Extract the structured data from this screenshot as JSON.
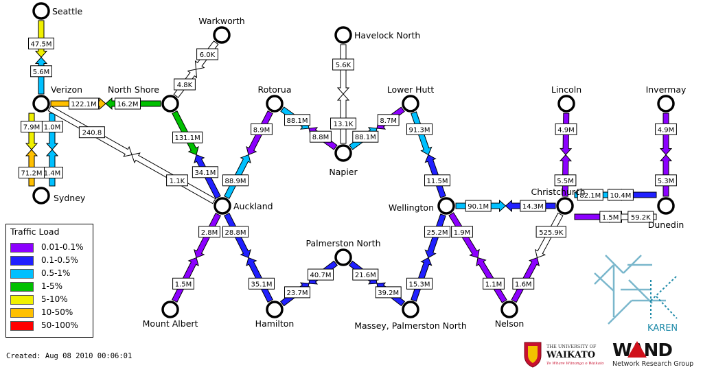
{
  "legend": {
    "title": "Traffic Load",
    "items": [
      {
        "label": "0.01-0.1%",
        "color": "#8c00ff"
      },
      {
        "label": "0.1-0.5%",
        "color": "#2020ff"
      },
      {
        "label": "0.5-1%",
        "color": "#00c0ff"
      },
      {
        "label": "1-5%",
        "color": "#00c000"
      },
      {
        "label": "5-10%",
        "color": "#f0f000"
      },
      {
        "label": "10-50%",
        "color": "#ffc000"
      },
      {
        "label": "50-100%",
        "color": "#ff0000"
      }
    ]
  },
  "created": "Created: Aug 08 2010 00:06:01",
  "nodes": [
    {
      "id": "seattle",
      "label": "Seattle"
    },
    {
      "id": "verizon",
      "label": "Verizon"
    },
    {
      "id": "sydney",
      "label": "Sydney"
    },
    {
      "id": "warkworth",
      "label": "Warkworth"
    },
    {
      "id": "northshore",
      "label": "North Shore"
    },
    {
      "id": "rotorua",
      "label": "Rotorua"
    },
    {
      "id": "havelock",
      "label": "Havelock North"
    },
    {
      "id": "lowerhutt",
      "label": "Lower Hutt"
    },
    {
      "id": "napier",
      "label": "Napier"
    },
    {
      "id": "lincoln",
      "label": "Lincoln"
    },
    {
      "id": "invermay",
      "label": "Invermay"
    },
    {
      "id": "auckland",
      "label": "Auckland"
    },
    {
      "id": "wellington",
      "label": "Wellington"
    },
    {
      "id": "christchurch",
      "label": "Christchurch"
    },
    {
      "id": "dunedin",
      "label": "Dunedin"
    },
    {
      "id": "palmerston",
      "label": "Palmerston North"
    },
    {
      "id": "mtalbert",
      "label": "Mount Albert"
    },
    {
      "id": "hamilton",
      "label": "Hamilton"
    },
    {
      "id": "massey",
      "label": "Massey, Palmerston North"
    },
    {
      "id": "nelson",
      "label": "Nelson"
    }
  ],
  "links": [
    {
      "id": "seattle-verizon-a",
      "value": "47.5M",
      "color": "#f0f000"
    },
    {
      "id": "seattle-verizon-b",
      "value": "5.6M",
      "color": "#00c0ff"
    },
    {
      "id": "verizon-sydney-1a",
      "value": "1.0M",
      "color": "#00c0ff"
    },
    {
      "id": "verizon-sydney-1b",
      "value": "1.4M",
      "color": "#00c0ff"
    },
    {
      "id": "verizon-sydney-2a",
      "value": "7.9M",
      "color": "#f0f000"
    },
    {
      "id": "verizon-sydney-2b",
      "value": "71.2M",
      "color": "#ffc000"
    },
    {
      "id": "verizon-northshore-a",
      "value": "122.1M",
      "color": "#ffc000"
    },
    {
      "id": "verizon-northshore-b",
      "value": "16.2M",
      "color": "#00c000"
    },
    {
      "id": "verizon-auckland-a",
      "value": "240.8",
      "color": "#ffffff"
    },
    {
      "id": "verizon-auckland-b",
      "value": "1.1K",
      "color": "#ffffff"
    },
    {
      "id": "northshore-warkworth-a",
      "value": "4.8K",
      "color": "#ffffff"
    },
    {
      "id": "northshore-warkworth-b",
      "value": "6.0K",
      "color": "#ffffff"
    },
    {
      "id": "northshore-auckland-a",
      "value": "131.1M",
      "color": "#00c000"
    },
    {
      "id": "northshore-auckland-b",
      "value": "34.1M",
      "color": "#2020ff"
    },
    {
      "id": "rotorua-auckland-a",
      "value": "8.9M",
      "color": "#8c00ff"
    },
    {
      "id": "rotorua-auckland-b",
      "value": "88.9M",
      "color": "#00c0ff"
    },
    {
      "id": "rotorua-napier-a",
      "value": "88.1M",
      "color": "#00c0ff"
    },
    {
      "id": "rotorua-napier-b",
      "value": "8.8M",
      "color": "#8c00ff"
    },
    {
      "id": "havelock-napier-a",
      "value": "5.6K",
      "color": "#ffffff"
    },
    {
      "id": "havelock-napier-b",
      "value": "13.1K",
      "color": "#ffffff"
    },
    {
      "id": "lowerhutt-napier-a",
      "value": "8.7M",
      "color": "#8c00ff"
    },
    {
      "id": "lowerhutt-napier-b",
      "value": "88.1M",
      "color": "#00c0ff"
    },
    {
      "id": "lowerhutt-wellington-a",
      "value": "91.3M",
      "color": "#00c0ff"
    },
    {
      "id": "lowerhutt-wellington-b",
      "value": "11.5M",
      "color": "#2020ff"
    },
    {
      "id": "wellington-christchurch-a",
      "value": "90.1M",
      "color": "#00c0ff"
    },
    {
      "id": "wellington-christchurch-b",
      "value": "14.3M",
      "color": "#2020ff"
    },
    {
      "id": "lincoln-christchurch-a",
      "value": "4.9M",
      "color": "#8c00ff"
    },
    {
      "id": "lincoln-christchurch-b",
      "value": "5.5M",
      "color": "#8c00ff"
    },
    {
      "id": "invermay-dunedin-a",
      "value": "4.9M",
      "color": "#8c00ff"
    },
    {
      "id": "invermay-dunedin-b",
      "value": "5.3M",
      "color": "#8c00ff"
    },
    {
      "id": "christchurch-dunedin-1a",
      "value": "82.1M",
      "color": "#00c0ff"
    },
    {
      "id": "christchurch-dunedin-1b",
      "value": "10.4M",
      "color": "#2020ff"
    },
    {
      "id": "christchurch-dunedin-2a",
      "value": "1.5M",
      "color": "#8c00ff"
    },
    {
      "id": "christchurch-dunedin-2b",
      "value": "59.2K",
      "color": "#ffffff"
    },
    {
      "id": "christchurch-nelson-a",
      "value": "525.9K",
      "color": "#ffffff"
    },
    {
      "id": "christchurch-nelson-b",
      "value": "1.6M",
      "color": "#8c00ff"
    },
    {
      "id": "auckland-mtalbert-a",
      "value": "2.8M",
      "color": "#8c00ff"
    },
    {
      "id": "auckland-mtalbert-b",
      "value": "1.5M",
      "color": "#8c00ff"
    },
    {
      "id": "auckland-hamilton-a",
      "value": "28.8M",
      "color": "#2020ff"
    },
    {
      "id": "auckland-hamilton-b",
      "value": "35.1M",
      "color": "#2020ff"
    },
    {
      "id": "hamilton-palmerston-a",
      "value": "23.7M",
      "color": "#2020ff"
    },
    {
      "id": "hamilton-palmerston-b",
      "value": "40.7M",
      "color": "#2020ff"
    },
    {
      "id": "palmerston-massey-a",
      "value": "21.6M",
      "color": "#2020ff"
    },
    {
      "id": "palmerston-massey-b",
      "value": "39.2M",
      "color": "#2020ff"
    },
    {
      "id": "massey-wellington-a",
      "value": "15.3M",
      "color": "#2020ff"
    },
    {
      "id": "massey-wellington-b",
      "value": "25.2M",
      "color": "#2020ff"
    },
    {
      "id": "wellington-nelson-a",
      "value": "1.9M",
      "color": "#8c00ff"
    },
    {
      "id": "wellington-nelson-b",
      "value": "1.1M",
      "color": "#8c00ff"
    }
  ],
  "logos": {
    "karen": "KAREN",
    "waikato_name": "THE UNIVERSITY OF",
    "waikato_big": "WAIKATO",
    "waikato_motto": "Te Whare Wānanga o Waikato",
    "wand_name": "WAND",
    "wand_sub": "Network Research Group"
  }
}
